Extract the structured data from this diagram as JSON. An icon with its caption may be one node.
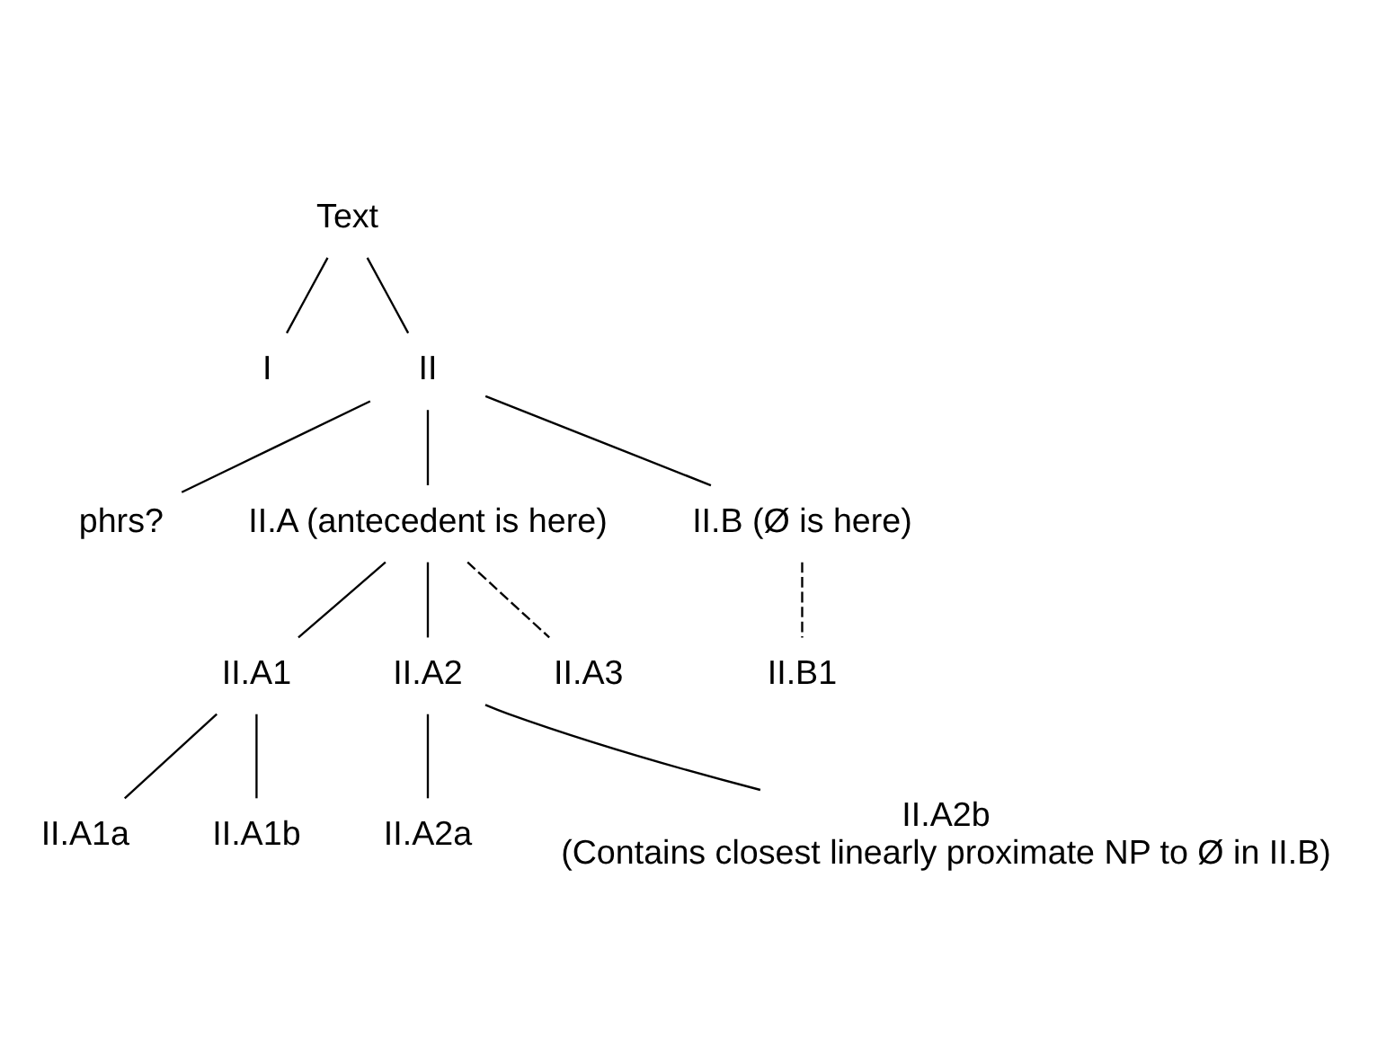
{
  "diagram": {
    "nodes": [
      {
        "text": [
          "Text"
        ]
      },
      {
        "text": [
          "I"
        ]
      },
      {
        "text": [
          "II"
        ]
      },
      {
        "text": [
          "phrs?"
        ]
      },
      {
        "text": [
          "II.A (antecedent is here)"
        ]
      },
      {
        "text": [
          "II.B (Ø is here)"
        ]
      },
      {
        "text": [
          "II.A1"
        ]
      },
      {
        "text": [
          "II.A2"
        ]
      },
      {
        "text": [
          "II.A3"
        ]
      },
      {
        "text": [
          "II.B1"
        ]
      },
      {
        "text": [
          "II.A1a"
        ]
      },
      {
        "text": [
          "II.A1b"
        ]
      },
      {
        "text": [
          "II.A2a"
        ]
      },
      {
        "text": [
          "II.A2b"
        ],
        "beside": [
          "(Contains closest linearly proximate NP to Ø in II.B)"
        ]
      }
    ],
    "edges": [
      {
        "from": 0,
        "to": 1,
        "arrow": "none"
      },
      {
        "from": 0,
        "to": 2,
        "arrow": "none"
      },
      {
        "from": 2,
        "to": 3,
        "arrow": "none"
      },
      {
        "from": 2,
        "to": 4,
        "arrow": "none"
      },
      {
        "from": 2,
        "to": 5,
        "arrow": "none"
      },
      {
        "from": 4,
        "to": 6,
        "arrow": "none"
      },
      {
        "from": 4,
        "to": 7,
        "arrow": "none"
      },
      {
        "from": 4,
        "to": 8,
        "arrow": "none",
        "style": "dashed"
      },
      {
        "from": 5,
        "to": 9,
        "arrow": "none",
        "style": "dashed"
      },
      {
        "from": 6,
        "to": 10,
        "arrow": "none"
      },
      {
        "from": 6,
        "to": 11,
        "arrow": "none"
      },
      {
        "from": 7,
        "to": 12,
        "arrow": "none"
      },
      {
        "from": 7,
        "to": 13,
        "arrow": "none"
      }
    ]
  }
}
